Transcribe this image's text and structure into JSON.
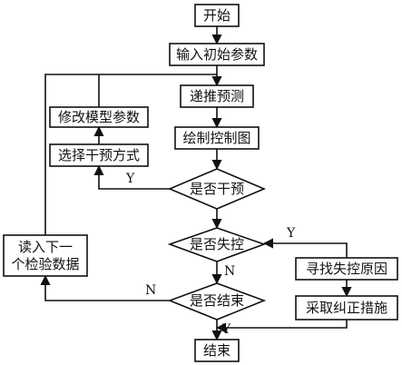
{
  "nodes": {
    "start": "开始",
    "input_params": "输入初始参数",
    "recursive_forecast": "递推预测",
    "draw_control_chart": "绘制控制图",
    "modify_model_params": "修改模型参数",
    "select_intervention_method": "选择干预方式",
    "read_next_data_line1": "读入下一",
    "read_next_data_line2": "个检验数据",
    "decision_intervene": "是否干预",
    "decision_out_of_control": "是否失控",
    "find_cause": "寻找失控原因",
    "take_corrective_action": "采取纠正措施",
    "decision_end": "是否结束",
    "end": "结束"
  },
  "edge_labels": {
    "intervene_yes": "Y",
    "out_of_control_yes": "Y",
    "out_of_control_no": "N",
    "end_no": "N",
    "end_yes": "Y"
  },
  "colors": {
    "stroke": "#111111",
    "background": "#ffffff"
  }
}
